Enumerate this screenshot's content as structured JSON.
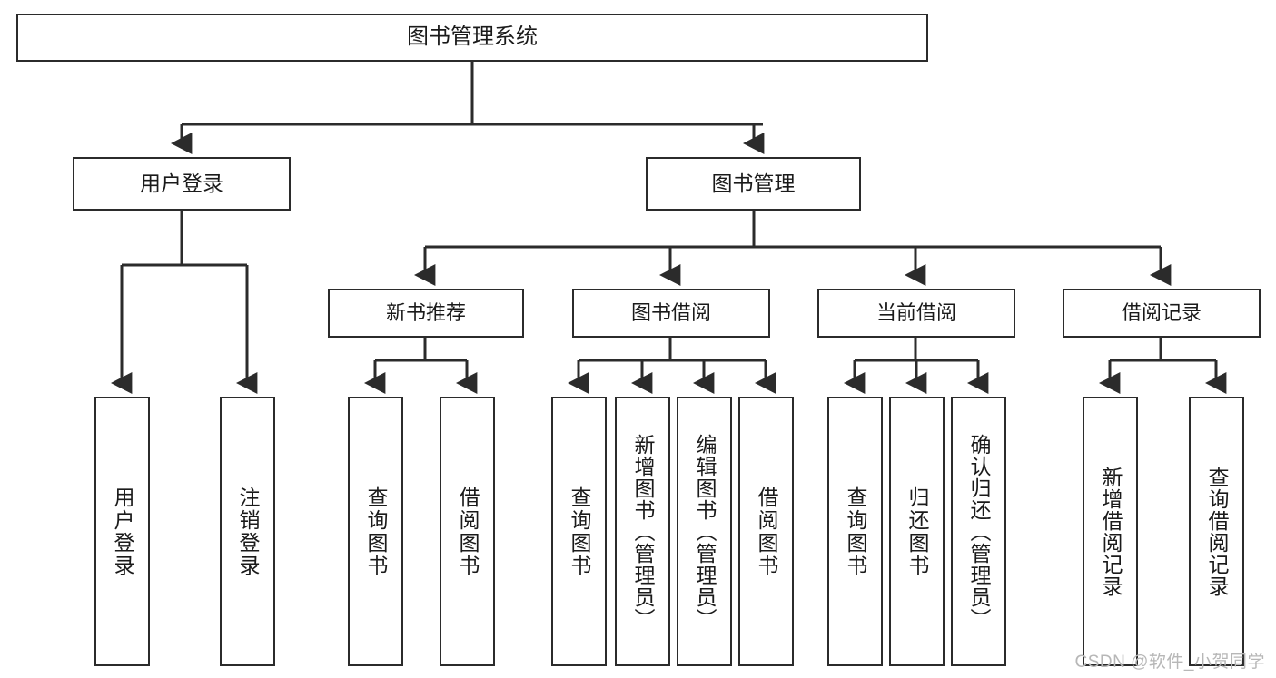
{
  "diagram": {
    "title": "图书管理系统",
    "type": "tree-hierarchy-diagram",
    "colors": {
      "box_border": "#2b2b2b",
      "box_fill": "#ffffff",
      "connector": "#2b2b2b",
      "text": "#1a1a1a",
      "watermark": "#b7b7b7"
    },
    "root": {
      "label": "图书管理系统"
    },
    "level2": [
      {
        "label": "用户登录"
      },
      {
        "label": "图书管理"
      }
    ],
    "level3": [
      {
        "label": "新书推荐"
      },
      {
        "label": "图书借阅"
      },
      {
        "label": "当前借阅"
      },
      {
        "label": "借阅记录"
      }
    ],
    "leaves": {
      "user_login": [
        {
          "label": "用户登录"
        },
        {
          "label": "注销登录"
        }
      ],
      "new_book_recommend": [
        {
          "label": "查询图书"
        },
        {
          "label": "借阅图书"
        }
      ],
      "book_borrow": [
        {
          "label": "查询图书"
        },
        {
          "label": "新增图书（管理员）"
        },
        {
          "label": "编辑图书（管理员）"
        },
        {
          "label": "借阅图书"
        }
      ],
      "current_borrow": [
        {
          "label": "查询图书"
        },
        {
          "label": "归还图书"
        },
        {
          "label": "确认归还（管理员）"
        }
      ],
      "borrow_record": [
        {
          "label": "新增借阅记录"
        },
        {
          "label": "查询借阅记录"
        }
      ]
    }
  },
  "watermark": {
    "text": "CSDN @软件_小贺同学"
  }
}
